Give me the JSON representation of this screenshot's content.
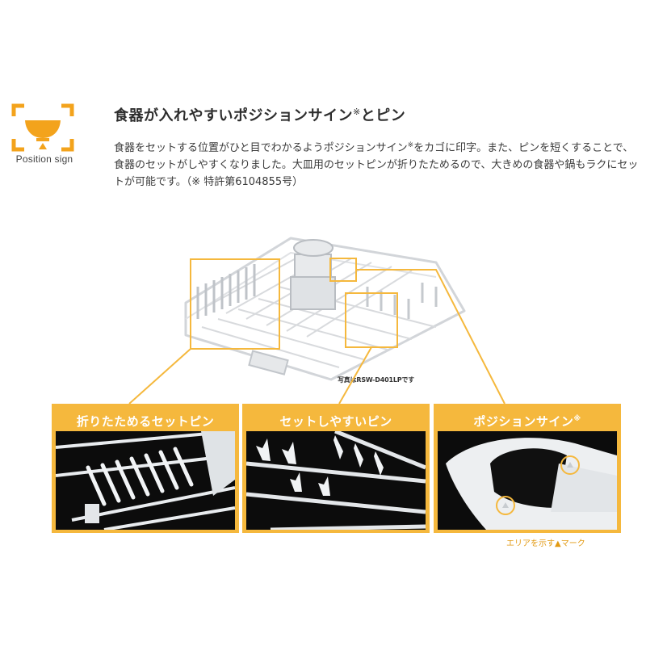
{
  "icon": {
    "name": "bowl-position-icon",
    "caption": "Position sign"
  },
  "title": {
    "main": "食器が入れやすいポジションサイン",
    "mark": "※",
    "tail": "とピン"
  },
  "description": {
    "part1": "食器をセットする位置がひと目でわかるようポジションサイン",
    "mark": "※",
    "part2": "をカゴに印字。また、ピンを短くすることで、食器のセットがしやすくなりました。大皿用のセットピンが折りたためるので、大きめの食器や鍋もラクにセットが可能です。（※ 特許第6104855号）"
  },
  "photo_note": "写真はRSW-D401LPです",
  "panels": [
    {
      "label": "折りたためるセットピン",
      "mark": ""
    },
    {
      "label": "セットしやすいピン",
      "mark": ""
    },
    {
      "label": "ポジションサイン",
      "mark": "※"
    }
  ],
  "area_caption": "エリアを示す▲マーク",
  "colors": {
    "accent": "#f5b83d",
    "icon": "#f3a31c",
    "caption": "#e29a13",
    "photo_bg": "#0c0c0c"
  }
}
